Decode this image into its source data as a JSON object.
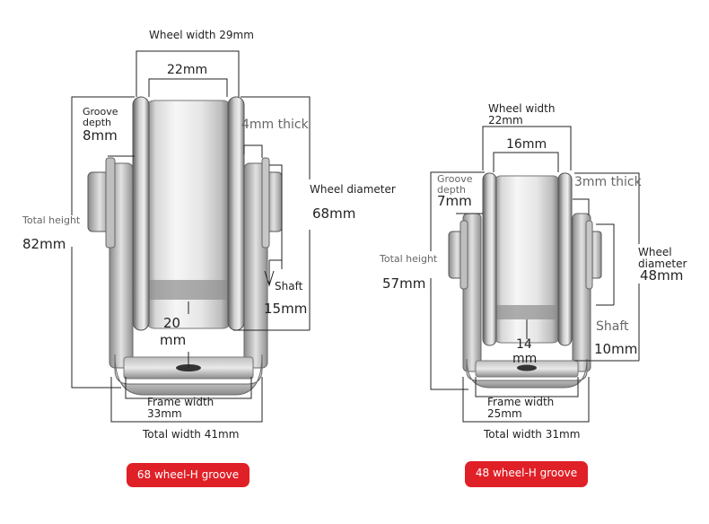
{
  "colors": {
    "badge": "#e02027",
    "metal_light": "#f3f3f3",
    "metal_mid": "#c9c9c9",
    "metal_dark": "#6d6d6d",
    "line": "#222222"
  },
  "left": {
    "wheel_width": "Wheel width 29mm",
    "inner_width": "22mm",
    "groove_depth_label": "Groove\ndepth",
    "groove_depth_value": "8mm",
    "thick": "4mm thick",
    "wheel_diameter_label": "Wheel diameter",
    "wheel_diameter_value": "68mm",
    "total_height_label": "Total height",
    "total_height_value": "82mm",
    "shaft_label": "Shaft",
    "shaft_value": "15mm",
    "gap_value": "20",
    "gap_unit": "mm",
    "frame_width": "Frame width\n33mm",
    "total_width": "Total width 41mm",
    "badge": "68 wheel-H groove"
  },
  "right": {
    "wheel_width": "Wheel width\n22mm",
    "inner_width": "16mm",
    "groove_depth_label": "Groove\ndepth",
    "groove_depth_value": "7mm",
    "thick": "3mm thick",
    "wheel_diameter_label": "Wheel\ndiameter",
    "wheel_diameter_value": "48mm",
    "total_height_label": "Total height",
    "total_height_value": "57mm",
    "shaft_label": "Shaft",
    "shaft_value": "10mm",
    "gap_value": "14",
    "gap_unit": "mm",
    "frame_width": "Frame width\n25mm",
    "total_width": "Total width 31mm",
    "badge": "48 wheel-H groove"
  }
}
